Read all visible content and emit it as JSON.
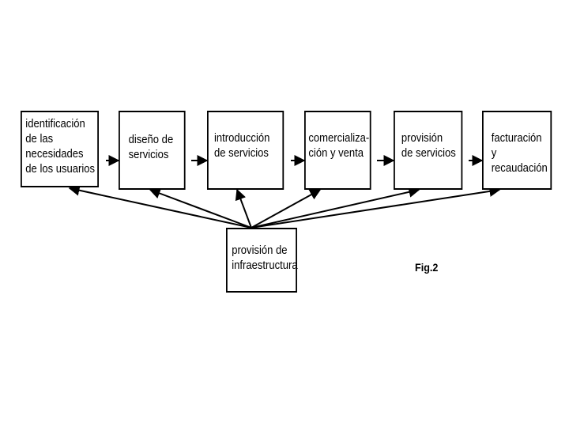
{
  "diagram": {
    "stages": [
      {
        "id": "identificacion",
        "label": "identificación\nde las\nnecesidades\nde los usuarios"
      },
      {
        "id": "diseno",
        "label": "diseño de\nservicios"
      },
      {
        "id": "introduccion",
        "label": "introducción\nde servicios"
      },
      {
        "id": "comercializacion",
        "label": "comercializa-\nción y venta"
      },
      {
        "id": "provision-servicios",
        "label": "provisión\nde servicios"
      },
      {
        "id": "facturacion",
        "label": "facturación y\nrecaudación"
      }
    ],
    "hub": {
      "id": "infraestructura",
      "label": "provisión de\ninfraestructura"
    },
    "flow": [
      [
        "identificacion",
        "diseno"
      ],
      [
        "diseno",
        "introduccion"
      ],
      [
        "introduccion",
        "comercializacion"
      ],
      [
        "comercializacion",
        "provision-servicios"
      ],
      [
        "provision-servicios",
        "facturacion"
      ]
    ],
    "hub_links_to": [
      "identificacion",
      "diseno",
      "introduccion",
      "comercializacion",
      "provision-servicios",
      "facturacion"
    ],
    "figure_label": "Fig.2"
  },
  "colors": {
    "line": "#000000",
    "background": "#ffffff"
  }
}
